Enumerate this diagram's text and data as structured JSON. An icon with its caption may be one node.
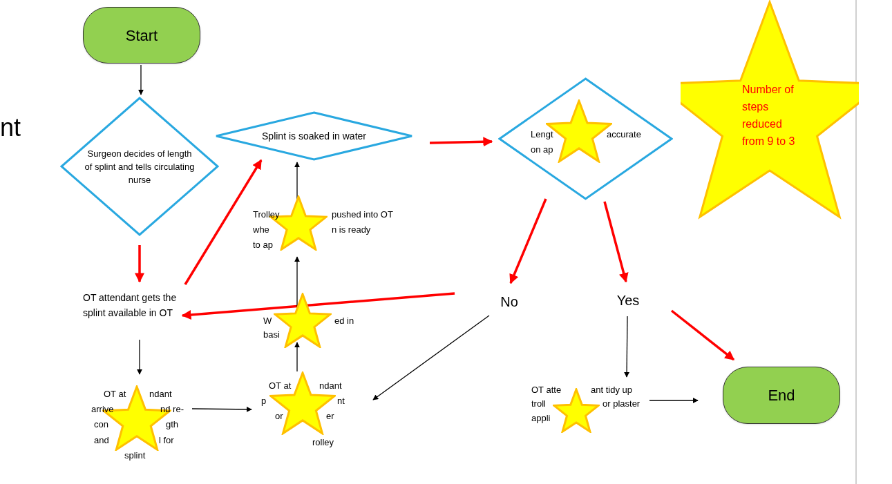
{
  "diagram": {
    "nodes": [
      {
        "text": [
          "Start"
        ]
      },
      {
        "text": [
          "Surgeon decides of length of splint and tells circulating nurse"
        ]
      },
      {
        "text": [
          "Splint is soaked in water"
        ]
      },
      {
        "text": [
          "Lengt",
          "accurate",
          "on ap"
        ]
      },
      {
        "text": [
          "Number of steps reduced from 9 to 3"
        ]
      },
      {
        "text": [
          "OT attendant gets the splint available in OT"
        ]
      },
      {
        "text": [
          "Trolley",
          "pushed into OT",
          "whe",
          "n is ready",
          "to ap"
        ]
      },
      {
        "text": [
          "W",
          "ed in",
          "basi"
        ]
      },
      {
        "text": [
          "No"
        ]
      },
      {
        "text": [
          "Yes"
        ]
      },
      {
        "text": [
          "OT at",
          "ndant",
          "arrive",
          "nd re-",
          "con",
          "gth",
          "and",
          "l for",
          "splint"
        ]
      },
      {
        "text": [
          "OT at",
          "ndant",
          "p",
          "nt",
          "or",
          "er",
          "rolley"
        ]
      },
      {
        "text": [
          "OT atte",
          "ant tidy up",
          "troll",
          "or plaster",
          "appli"
        ]
      },
      {
        "text": [
          "End"
        ]
      },
      {
        "text": [],
        "shape": "star"
      },
      {
        "text": [],
        "shape": "star"
      },
      {
        "text": [],
        "shape": "star"
      },
      {
        "text": [],
        "shape": "star"
      },
      {
        "text": [],
        "shape": "star"
      },
      {
        "text": [],
        "shape": "star",
        "in": 3
      }
    ],
    "edges": [
      {
        "from": 0,
        "to": 1,
        "arrow": "to"
      },
      {
        "from": 1,
        "to": 5,
        "arrow": "to",
        "style": "thick",
        "color": "#ff0000"
      },
      {
        "from": 5,
        "to": 2,
        "arrow": "to",
        "style": "thick",
        "color": "#ff0000"
      },
      {
        "from": 2,
        "to": 3,
        "arrow": "to",
        "style": "thick",
        "color": "#ff0000"
      },
      {
        "from": 3,
        "to": 8,
        "arrow": "to",
        "style": "thick",
        "color": "#ff0000"
      },
      {
        "from": 3,
        "to": 9,
        "arrow": "to",
        "style": "thick",
        "color": "#ff0000"
      },
      {
        "from": 8,
        "to": 5,
        "arrow": "to",
        "style": "thick",
        "color": "#ff0000"
      },
      {
        "from": 9,
        "to": 13,
        "arrow": "to",
        "style": "thick",
        "color": "#ff0000"
      },
      {
        "from": 9,
        "to": 12,
        "arrow": "to"
      },
      {
        "from": 8,
        "to": 11,
        "arrow": "to"
      },
      {
        "from": 5,
        "to": 10,
        "arrow": "to"
      },
      {
        "from": 10,
        "to": 11,
        "arrow": "to"
      },
      {
        "from": 11,
        "to": 7,
        "arrow": "to"
      },
      {
        "from": 7,
        "to": 6,
        "arrow": "to"
      },
      {
        "from": 6,
        "to": 2,
        "arrow": "to"
      },
      {
        "from": 12,
        "to": 13,
        "arrow": "to"
      }
    ],
    "labels": [
      "nt"
    ]
  }
}
